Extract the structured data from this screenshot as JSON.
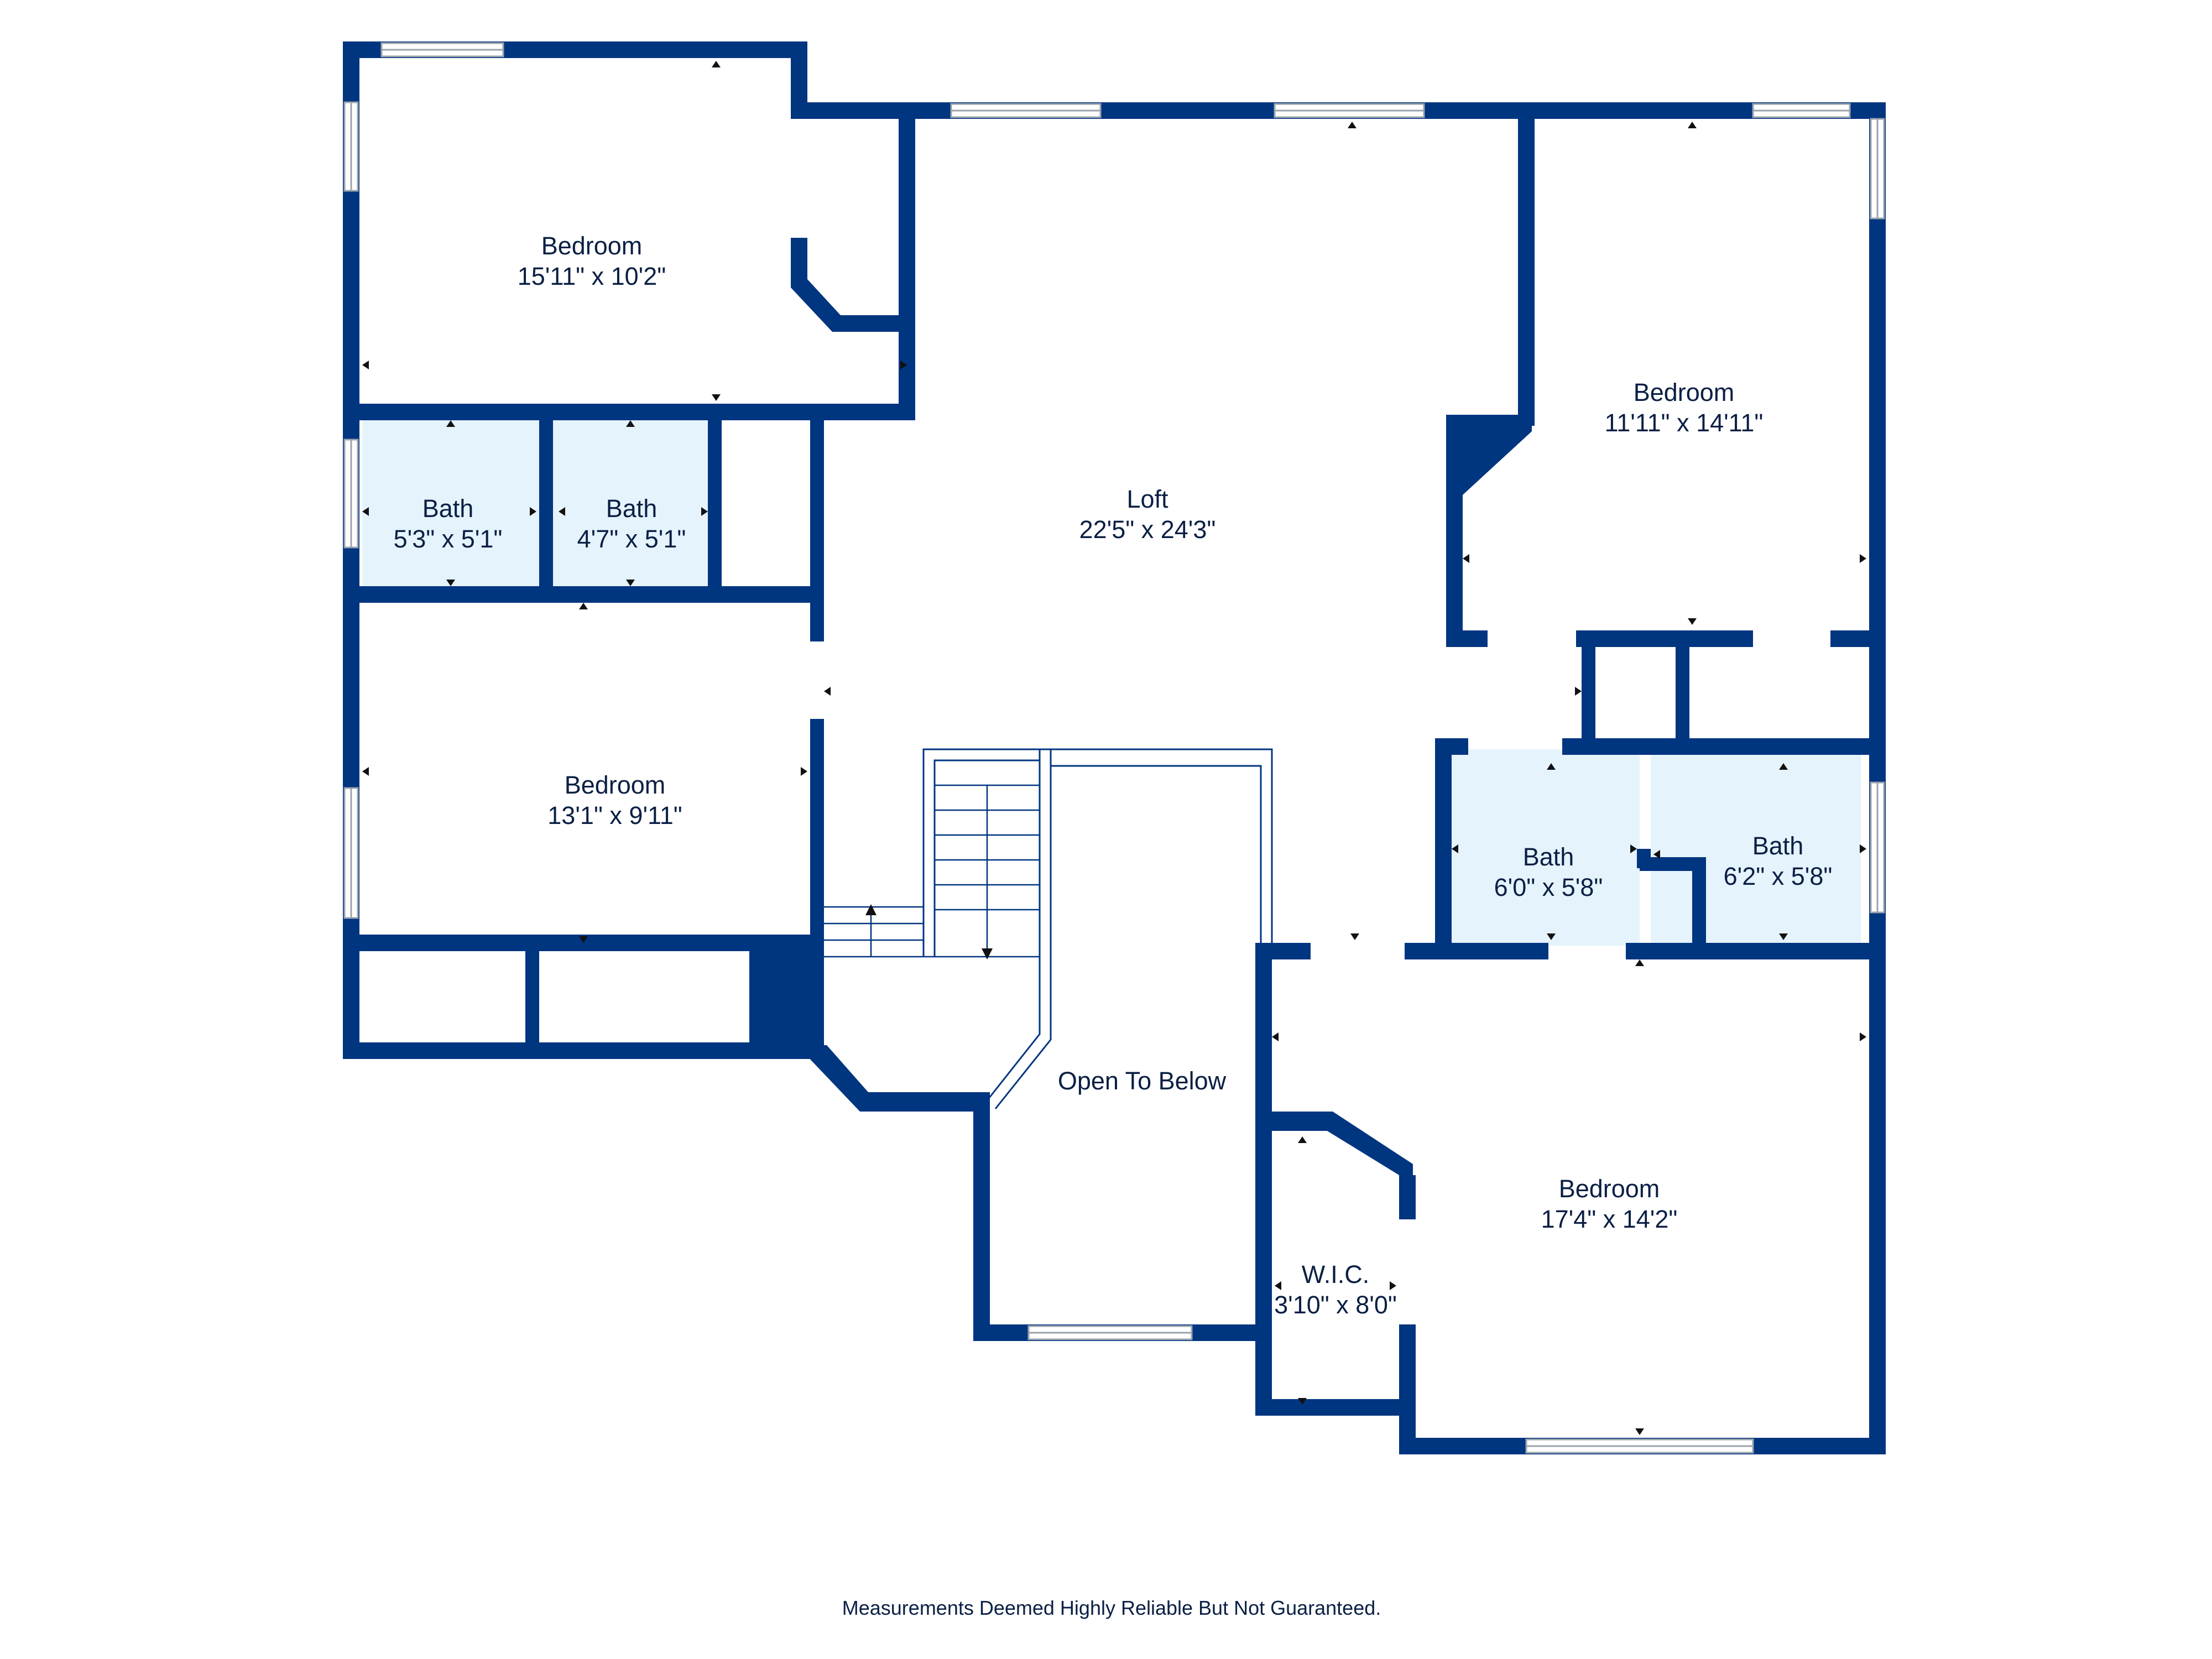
{
  "colors": {
    "wall": "#003580",
    "bath_fill": "#e5f3fc",
    "background": "#ffffff",
    "text": "#0a1f44"
  },
  "rooms": {
    "bedroom_top_left": {
      "name": "Bedroom",
      "dims": "15'11\" x 10'2\""
    },
    "bath_left": {
      "name": "Bath",
      "dims": "5'3\" x 5'1\""
    },
    "bath_mid": {
      "name": "Bath",
      "dims": "4'7\" x 5'1\""
    },
    "bedroom_mid_left": {
      "name": "Bedroom",
      "dims": "13'1\" x 9'11\""
    },
    "loft": {
      "name": "Loft",
      "dims": "22'5\" x 24'3\""
    },
    "bedroom_top_right": {
      "name": "Bedroom",
      "dims": "11'11\" x 14'11\""
    },
    "bath_right_a": {
      "name": "Bath",
      "dims": "6'0\" x 5'8\""
    },
    "bath_right_b": {
      "name": "Bath",
      "dims": "6'2\" x 5'8\""
    },
    "open_to_below": {
      "name": "Open To Below"
    },
    "wic": {
      "name": "W.I.C.",
      "dims": "3'10\" x 8'0\""
    },
    "bedroom_bottom_right": {
      "name": "Bedroom",
      "dims": "17'4\" x 14'2\""
    }
  },
  "disclaimer": "Measurements Deemed Highly Reliable But Not Guaranteed."
}
